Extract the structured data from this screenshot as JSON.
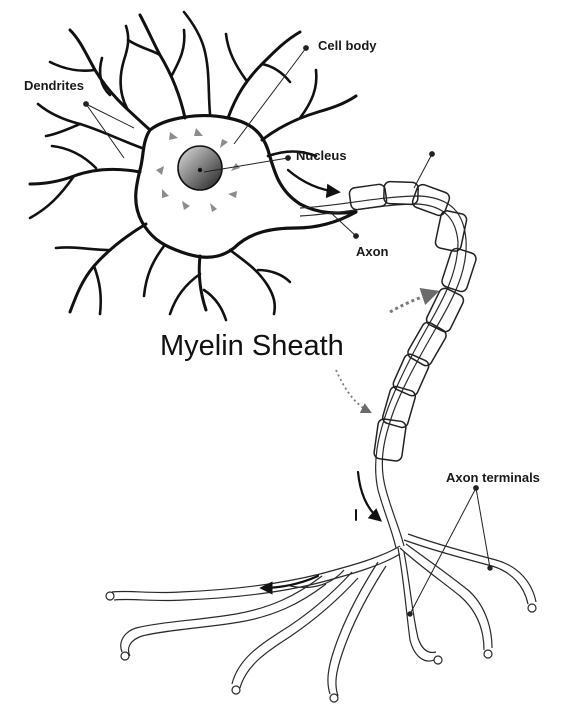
{
  "labels": {
    "dendrites": "Dendrites",
    "cell_body": "Cell body",
    "nucleus": "Nucleus",
    "axon": "Axon",
    "myelin_sheath": "Myelin Sheath",
    "axon_terminals": "Axon terminals"
  },
  "colors": {
    "ink": "#111111",
    "background": "#ffffff",
    "nucleus_dark": "#2b2b2b",
    "nucleus_light": "#bdbdbd",
    "arrow_gray": "#6b6b6b"
  }
}
